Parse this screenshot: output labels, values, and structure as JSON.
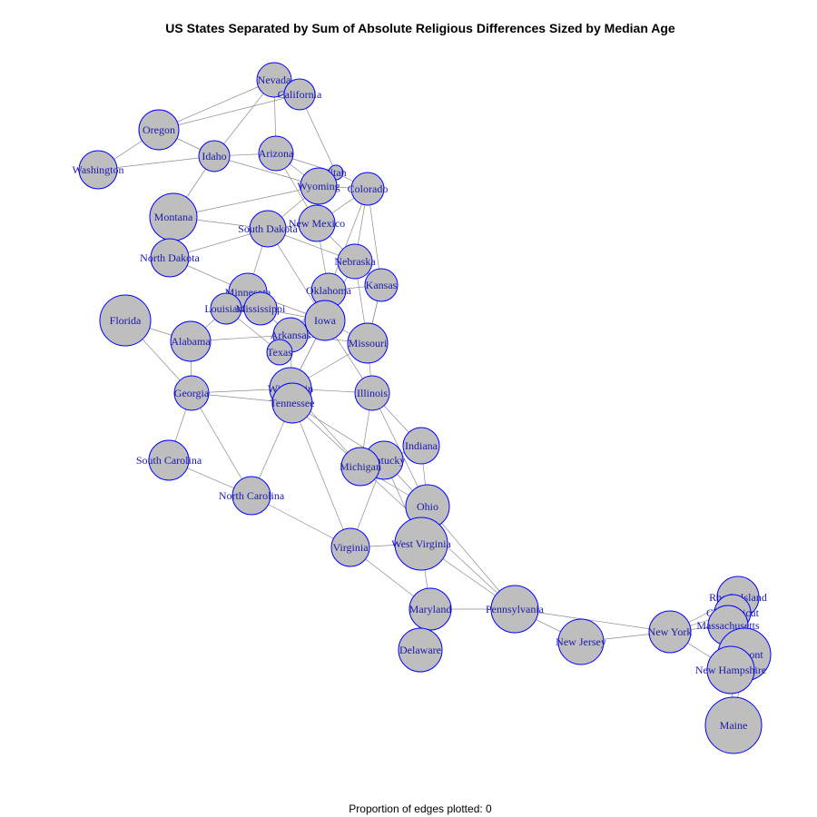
{
  "title": "US States Separated by Sum of Absolute Religious Differences Sized by Median Age",
  "footer": "Proportion of edges plotted:  0",
  "colors": {
    "node_fill": "#bebebe",
    "node_stroke": "#0000ff",
    "label": "#1a1aa8",
    "edge": "#8c8c8c"
  },
  "nodes": [
    {
      "id": "Nevada",
      "label": "Nevada"
    },
    {
      "id": "California",
      "label": "California"
    },
    {
      "id": "Oregon",
      "label": "Oregon"
    },
    {
      "id": "Idaho",
      "label": "Idaho"
    },
    {
      "id": "Washington",
      "label": "Washington"
    },
    {
      "id": "Arizona",
      "label": "Arizona"
    },
    {
      "id": "Utah",
      "label": "Utah"
    },
    {
      "id": "Wyoming",
      "label": "Wyoming"
    },
    {
      "id": "Colorado",
      "label": "Colorado"
    },
    {
      "id": "Montana",
      "label": "Montana"
    },
    {
      "id": "South Dakota",
      "label": "South Dakota"
    },
    {
      "id": "New Mexico",
      "label": "New Mexico"
    },
    {
      "id": "North Dakota",
      "label": "North Dakota"
    },
    {
      "id": "Nebraska",
      "label": "Nebraska"
    },
    {
      "id": "Kansas",
      "label": "Kansas"
    },
    {
      "id": "Minnesota",
      "label": "Minnesota"
    },
    {
      "id": "Oklahoma",
      "label": "Oklahoma"
    },
    {
      "id": "Louisiana",
      "label": "Louisiana"
    },
    {
      "id": "Mississippi",
      "label": "Mississippi"
    },
    {
      "id": "Iowa",
      "label": "Iowa"
    },
    {
      "id": "Florida",
      "label": "Florida"
    },
    {
      "id": "Alabama",
      "label": "Alabama"
    },
    {
      "id": "Arkansas",
      "label": "Arkansas"
    },
    {
      "id": "Missouri",
      "label": "Missouri"
    },
    {
      "id": "Texas",
      "label": "Texas"
    },
    {
      "id": "Georgia",
      "label": "Georgia"
    },
    {
      "id": "Wisconsin",
      "label": "Wisconsin"
    },
    {
      "id": "Tennessee",
      "label": "Tennessee"
    },
    {
      "id": "Illinois",
      "label": "Illinois"
    },
    {
      "id": "Indiana",
      "label": "Indiana"
    },
    {
      "id": "South Carolina",
      "label": "South Carolina"
    },
    {
      "id": "Kentucky",
      "label": "Kentucky"
    },
    {
      "id": "Michigan",
      "label": "Michigan"
    },
    {
      "id": "North Carolina",
      "label": "North Carolina"
    },
    {
      "id": "Ohio",
      "label": "Ohio"
    },
    {
      "id": "Virginia",
      "label": "Virginia"
    },
    {
      "id": "West Virginia",
      "label": "West Virginia"
    },
    {
      "id": "Maryland",
      "label": "Maryland"
    },
    {
      "id": "Pennsylvania",
      "label": "Pennsylvania"
    },
    {
      "id": "Delaware",
      "label": "Delaware"
    },
    {
      "id": "New Jersey",
      "label": "New Jersey"
    },
    {
      "id": "New York",
      "label": "New York"
    },
    {
      "id": "Rhode Island",
      "label": "Rhode Island"
    },
    {
      "id": "Connecticut",
      "label": "Connecticut"
    },
    {
      "id": "Massachusetts",
      "label": "Massachusetts"
    },
    {
      "id": "Vermont",
      "label": "Vermont"
    },
    {
      "id": "New Hampshire",
      "label": "New Hampshire"
    },
    {
      "id": "Maine",
      "label": "Maine"
    }
  ],
  "edges": [
    [
      "Nevada",
      "California"
    ],
    [
      "Nevada",
      "Oregon"
    ],
    [
      "Nevada",
      "Idaho"
    ],
    [
      "Nevada",
      "Arizona"
    ],
    [
      "California",
      "Oregon"
    ],
    [
      "California",
      "Utah"
    ],
    [
      "Oregon",
      "Idaho"
    ],
    [
      "Oregon",
      "Washington"
    ],
    [
      "Washington",
      "Idaho"
    ],
    [
      "Idaho",
      "Arizona"
    ],
    [
      "Idaho",
      "Montana"
    ],
    [
      "Idaho",
      "Wyoming"
    ],
    [
      "Arizona",
      "Wyoming"
    ],
    [
      "Arizona",
      "Utah"
    ],
    [
      "Utah",
      "Colorado"
    ],
    [
      "Wyoming",
      "Colorado"
    ],
    [
      "Wyoming",
      "New Mexico"
    ],
    [
      "Wyoming",
      "Montana"
    ],
    [
      "Colorado",
      "New Mexico"
    ],
    [
      "Colorado",
      "Nebraska"
    ],
    [
      "Colorado",
      "Kansas"
    ],
    [
      "Colorado",
      "Oklahoma"
    ],
    [
      "Montana",
      "South Dakota"
    ],
    [
      "Montana",
      "North Dakota"
    ],
    [
      "South Dakota",
      "New Mexico"
    ],
    [
      "South Dakota",
      "North Dakota"
    ],
    [
      "South Dakota",
      "Nebraska"
    ],
    [
      "South Dakota",
      "Minnesota"
    ],
    [
      "South Dakota",
      "Iowa"
    ],
    [
      "South Dakota",
      "Wyoming"
    ],
    [
      "New Mexico",
      "Nebraska"
    ],
    [
      "New Mexico",
      "Oklahoma"
    ],
    [
      "New Mexico",
      "Arizona"
    ],
    [
      "North Dakota",
      "Minnesota"
    ],
    [
      "Nebraska",
      "Kansas"
    ],
    [
      "Nebraska",
      "Iowa"
    ],
    [
      "Nebraska",
      "Missouri"
    ],
    [
      "Kansas",
      "Oklahoma"
    ],
    [
      "Kansas",
      "Missouri"
    ],
    [
      "Minnesota",
      "Iowa"
    ],
    [
      "Minnesota",
      "Mississippi"
    ],
    [
      "Minnesota",
      "Louisiana"
    ],
    [
      "Oklahoma",
      "Iowa"
    ],
    [
      "Oklahoma",
      "Arkansas"
    ],
    [
      "Oklahoma",
      "Texas"
    ],
    [
      "Louisiana",
      "Mississippi"
    ],
    [
      "Louisiana",
      "Alabama"
    ],
    [
      "Louisiana",
      "Texas"
    ],
    [
      "Mississippi",
      "Arkansas"
    ],
    [
      "Mississippi",
      "Iowa"
    ],
    [
      "Iowa",
      "Missouri"
    ],
    [
      "Iowa",
      "Wisconsin"
    ],
    [
      "Iowa",
      "Illinois"
    ],
    [
      "Florida",
      "Alabama"
    ],
    [
      "Florida",
      "Georgia"
    ],
    [
      "Alabama",
      "Georgia"
    ],
    [
      "Alabama",
      "Arkansas"
    ],
    [
      "Arkansas",
      "Texas"
    ],
    [
      "Arkansas",
      "Missouri"
    ],
    [
      "Arkansas",
      "Tennessee"
    ],
    [
      "Missouri",
      "Illinois"
    ],
    [
      "Missouri",
      "Wisconsin"
    ],
    [
      "Missouri",
      "Kansas"
    ],
    [
      "Georgia",
      "Tennessee"
    ],
    [
      "Georgia",
      "South Carolina"
    ],
    [
      "Georgia",
      "North Carolina"
    ],
    [
      "Georgia",
      "Wisconsin"
    ],
    [
      "Wisconsin",
      "Illinois"
    ],
    [
      "Wisconsin",
      "Michigan"
    ],
    [
      "Wisconsin",
      "Tennessee"
    ],
    [
      "Wisconsin",
      "Iowa"
    ],
    [
      "Tennessee",
      "North Carolina"
    ],
    [
      "Tennessee",
      "Kentucky"
    ],
    [
      "Tennessee",
      "Virginia"
    ],
    [
      "Tennessee",
      "Michigan"
    ],
    [
      "Illinois",
      "Indiana"
    ],
    [
      "Illinois",
      "Michigan"
    ],
    [
      "Illinois",
      "Ohio"
    ],
    [
      "Indiana",
      "Ohio"
    ],
    [
      "Indiana",
      "Kentucky"
    ],
    [
      "South Carolina",
      "North Carolina"
    ],
    [
      "Kentucky",
      "Ohio"
    ],
    [
      "Kentucky",
      "Michigan"
    ],
    [
      "Kentucky",
      "Virginia"
    ],
    [
      "Kentucky",
      "West Virginia"
    ],
    [
      "Michigan",
      "Ohio"
    ],
    [
      "Michigan",
      "Pennsylvania"
    ],
    [
      "North Carolina",
      "Virginia"
    ],
    [
      "Ohio",
      "West Virginia"
    ],
    [
      "Ohio",
      "Pennsylvania"
    ],
    [
      "Virginia",
      "West Virginia"
    ],
    [
      "Virginia",
      "Maryland"
    ],
    [
      "West Virginia",
      "Maryland"
    ],
    [
      "West Virginia",
      "Pennsylvania"
    ],
    [
      "Maryland",
      "Pennsylvania"
    ],
    [
      "Maryland",
      "Delaware"
    ],
    [
      "Pennsylvania",
      "New Jersey"
    ],
    [
      "Pennsylvania",
      "New York"
    ],
    [
      "New Jersey",
      "New York"
    ],
    [
      "New York",
      "Massachusetts"
    ],
    [
      "New York",
      "Connecticut"
    ],
    [
      "New York",
      "Rhode Island"
    ],
    [
      "New York",
      "New Hampshire"
    ],
    [
      "Massachusetts",
      "Rhode Island"
    ],
    [
      "Massachusetts",
      "Connecticut"
    ],
    [
      "Massachusetts",
      "Vermont"
    ],
    [
      "Vermont",
      "New Hampshire"
    ],
    [
      "Vermont",
      "Maine"
    ],
    [
      "New Hampshire",
      "Maine"
    ]
  ]
}
